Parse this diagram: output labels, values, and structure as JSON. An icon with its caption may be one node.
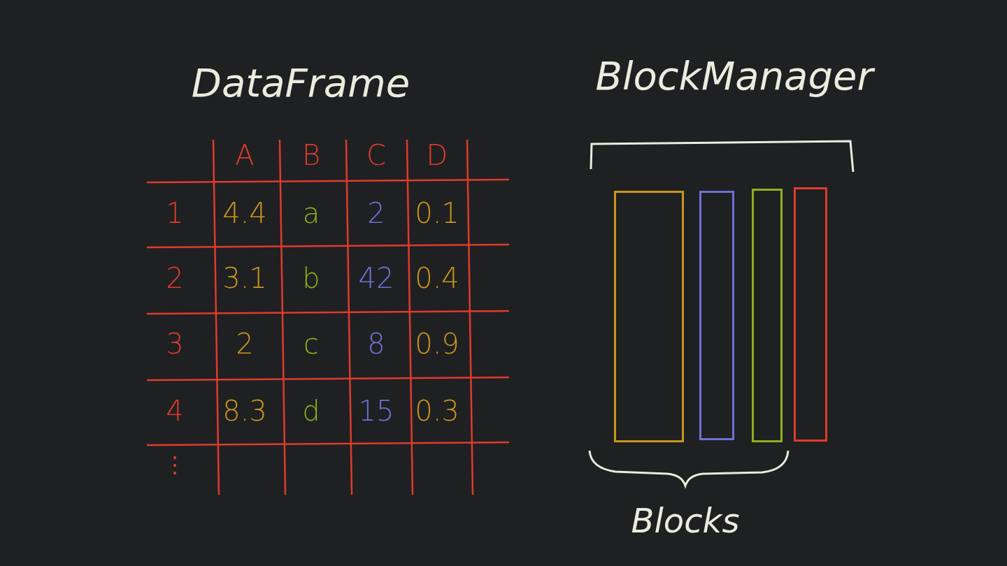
{
  "diagram": {
    "nodes": [
      {
        "text": [],
        "shape": "box"
      },
      {
        "text": [],
        "shape": "box"
      },
      {
        "text": [],
        "shape": "box"
      },
      {
        "text": [],
        "shape": "box"
      }
    ],
    "labels": [
      "DataFrame",
      "BlockManager",
      "A",
      "B",
      "C",
      "D",
      "1",
      "4.4",
      "a",
      "2",
      "0.1",
      "2",
      "3.1",
      "b",
      "42",
      "0.4",
      "3",
      "2",
      "c",
      "8",
      "0.9",
      "4",
      "8.3",
      "d",
      "15",
      "0.3",
      "⋮",
      "Blocks"
    ]
  }
}
